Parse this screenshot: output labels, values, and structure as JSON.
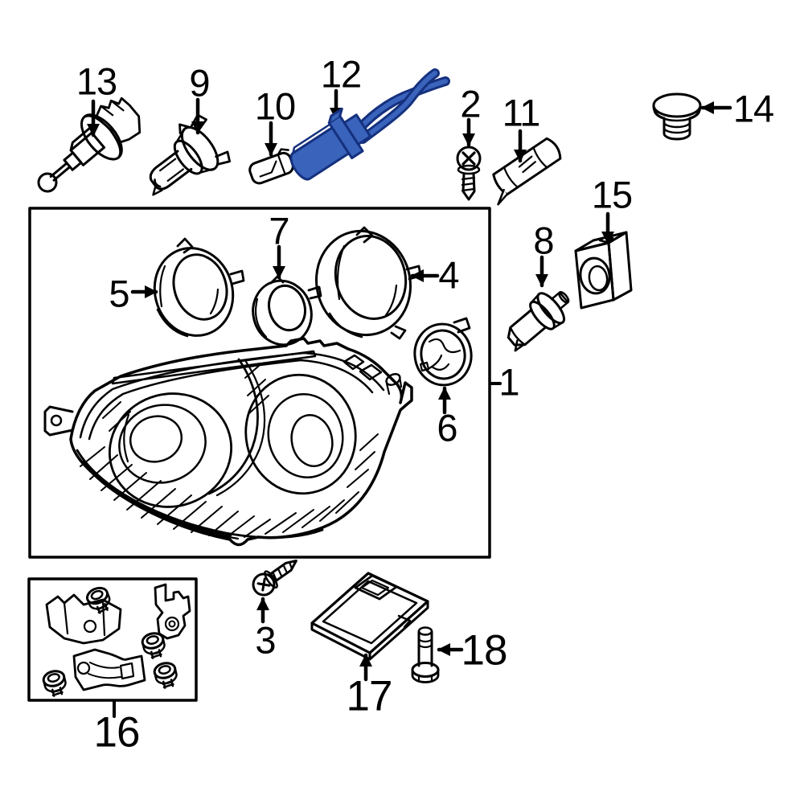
{
  "diagram": {
    "title": "headlight-assembly-exploded-parts-diagram",
    "bg_color": "#ffffff",
    "line_color": "#000000",
    "highlight_fill": "#3A63BC",
    "highlight_outline": "#15317E",
    "selected_callout": "12",
    "callouts": [
      {
        "id": "1",
        "label": "1",
        "highlighted": false
      },
      {
        "id": "2",
        "label": "2",
        "highlighted": false
      },
      {
        "id": "3",
        "label": "3",
        "highlighted": false
      },
      {
        "id": "4",
        "label": "4",
        "highlighted": false
      },
      {
        "id": "5",
        "label": "5",
        "highlighted": false
      },
      {
        "id": "6",
        "label": "6",
        "highlighted": false
      },
      {
        "id": "7",
        "label": "7",
        "highlighted": false
      },
      {
        "id": "8",
        "label": "8",
        "highlighted": false
      },
      {
        "id": "9",
        "label": "9",
        "highlighted": false
      },
      {
        "id": "10",
        "label": "10",
        "highlighted": false
      },
      {
        "id": "11",
        "label": "11",
        "highlighted": false
      },
      {
        "id": "12",
        "label": "12",
        "highlighted": true
      },
      {
        "id": "13",
        "label": "13",
        "highlighted": false
      },
      {
        "id": "14",
        "label": "14",
        "highlighted": false
      },
      {
        "id": "15",
        "label": "15",
        "highlighted": false
      },
      {
        "id": "16",
        "label": "16",
        "highlighted": false
      },
      {
        "id": "17",
        "label": "17",
        "highlighted": false
      },
      {
        "id": "18",
        "label": "18",
        "highlighted": false
      }
    ]
  }
}
